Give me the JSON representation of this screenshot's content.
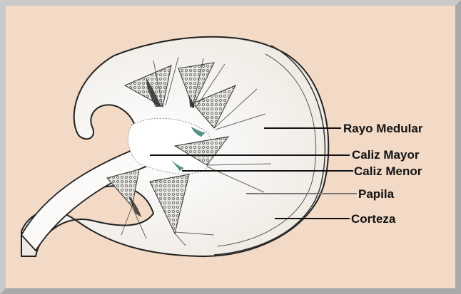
{
  "colors": {
    "background": "#f3dac6",
    "frame": "#c9c9c9",
    "ink": "#111111",
    "kidney_fill": "#f8f6f2",
    "calyx_fill": "#ffffff",
    "pyramid_pattern": "#6e6e6e",
    "accent_teal": "#1f6b60"
  },
  "labels": {
    "rayo_medular": "Rayo Medular",
    "caliz_mayor": "Caliz  Mayor",
    "caliz_menor": "Caliz Menor",
    "papila": "Papila",
    "corteza": "Corteza"
  }
}
